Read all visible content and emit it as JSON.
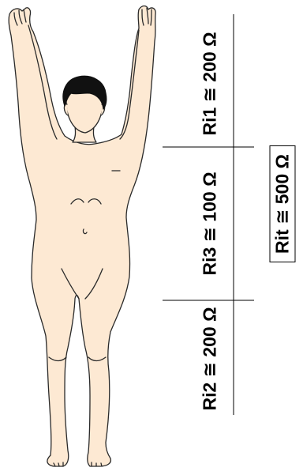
{
  "diagram": {
    "segments": [
      {
        "id": "upper",
        "label": "Ri1 ≅ 200 Ω"
      },
      {
        "id": "middle",
        "label": "Ri3 ≅ 100 Ω"
      },
      {
        "id": "lower",
        "label": "Ri2 ≅ 200 Ω"
      }
    ],
    "total": {
      "label": "Rit ≅ 500 Ω"
    }
  },
  "colors": {
    "skin": "#fde9d3",
    "outline": "#2a2a2a",
    "hair": "#111111",
    "lines": "#000000"
  }
}
